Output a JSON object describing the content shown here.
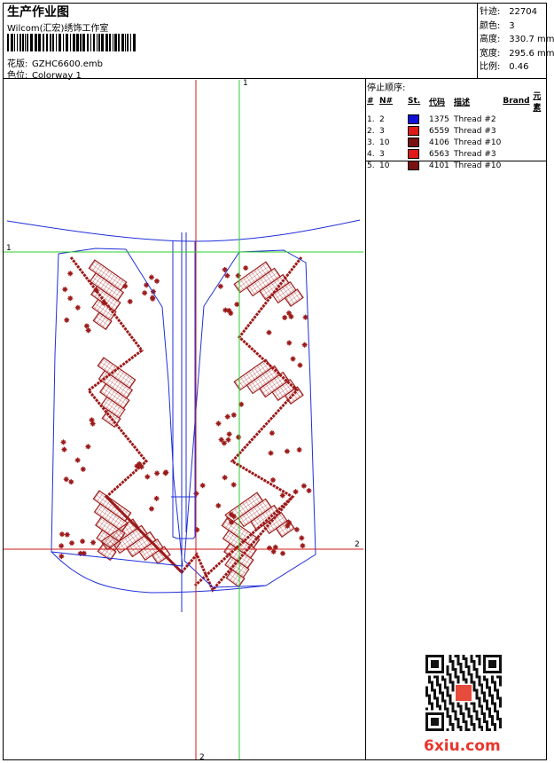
{
  "header": {
    "title": "生产作业图",
    "company": "Wilcom(汇宏)绣饰工作室",
    "design_label": "花版:",
    "design_value": "GZHC6600.emb",
    "colorway_label": "色位:",
    "colorway_value": "Colorway 1"
  },
  "stats": [
    {
      "label": "针迹:",
      "value": "22704"
    },
    {
      "label": "颜色:",
      "value": "3"
    },
    {
      "label": "高度:",
      "value": "330.7 mm"
    },
    {
      "label": "宽度:",
      "value": "295.6 mm"
    },
    {
      "label": "比例:",
      "value": "0.46"
    }
  ],
  "stop_sequence": {
    "title": "停止顺序:",
    "columns": [
      "#",
      "N#",
      "St.",
      "代码",
      "描述",
      "Brand",
      "元素"
    ],
    "rows": [
      {
        "n": "1.",
        "needle": "2",
        "color": "#1010d8",
        "code": "1375",
        "desc": "Thread #2"
      },
      {
        "n": "2.",
        "needle": "3",
        "color": "#e01818",
        "code": "6559",
        "desc": "Thread #3"
      },
      {
        "n": "3.",
        "needle": "10",
        "color": "#7a1010",
        "code": "4106",
        "desc": "Thread #10"
      },
      {
        "n": "4.",
        "needle": "3",
        "color": "#e01818",
        "code": "6563",
        "desc": "Thread #3"
      },
      {
        "n": "5.",
        "needle": "10",
        "color": "#7a1010",
        "code": "4101",
        "desc": "Thread #10"
      }
    ]
  },
  "design_axes": {
    "top_v": "1",
    "left_h": "1",
    "right_h": "2",
    "bottom_v": "2"
  },
  "colors": {
    "outline": "#1f2fd8",
    "guide": "#2ccc2c",
    "axis": "#d01818",
    "pattern": "#9c1a1a"
  },
  "watermark": "6xiu.com"
}
